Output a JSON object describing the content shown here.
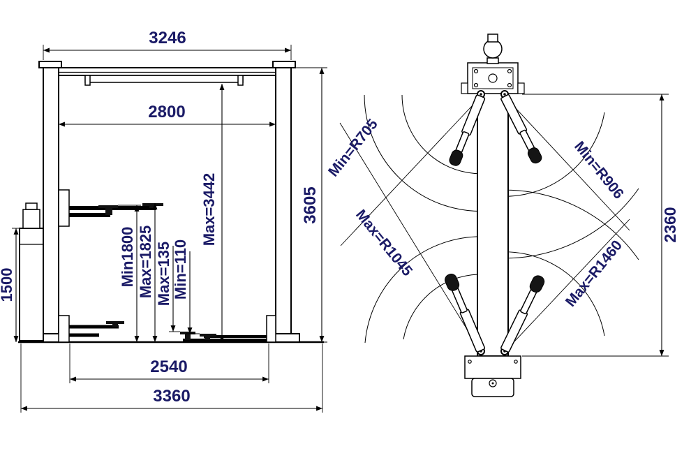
{
  "figure": {
    "background": "#ffffff",
    "line_color": "#000000",
    "text_color": "#1a1a66",
    "description": "Two-post car lift dimensional drawing: front elevation (left) and arm sweep plan view (right)"
  },
  "front_view": {
    "top_width": "3246",
    "inner_width": "2800",
    "total_height": "3605",
    "carriage_max_height": "Max=3442",
    "lift_min_height": "Min1800",
    "lift_max_height": "Max=1825",
    "low_pad_max": "Max=135",
    "low_pad_min": "Min=110",
    "power_unit_height": "1500",
    "base_span": "2540",
    "overall_width": "3360"
  },
  "plan_view": {
    "front_arm_min": "Min=R705",
    "rear_arm_min": "Min=R906",
    "front_arm_max": "Max=R1045",
    "rear_arm_max": "Max=R1460",
    "overall_depth": "2360"
  }
}
